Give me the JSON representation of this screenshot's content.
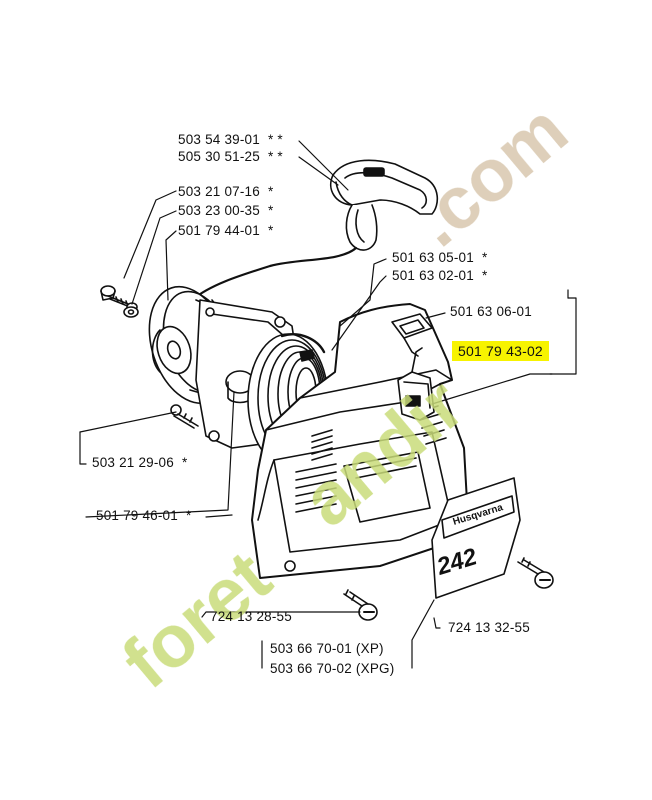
{
  "labels": [
    {
      "part": "503 54 39-01",
      "mark": "* *"
    },
    {
      "part": "505 30 51-25",
      "mark": "* *"
    },
    {
      "part": "503 21 07-16",
      "mark": "*"
    },
    {
      "part": "503 23 00-35",
      "mark": "*"
    },
    {
      "part": "501 79 44-01",
      "mark": "*"
    },
    {
      "part": "501 63 05-01",
      "mark": "*"
    },
    {
      "part": "501 63 02-01",
      "mark": "*"
    },
    {
      "part": "501 63 06-01",
      "mark": ""
    },
    {
      "part": "501 79 43-02",
      "mark": ""
    },
    {
      "part": "503 21 29-06",
      "mark": "*"
    },
    {
      "part": "501 79 46-01",
      "mark": "*"
    },
    {
      "part": "724 13 28-55",
      "mark": ""
    },
    {
      "part": "724 13 32-55",
      "mark": ""
    },
    {
      "part": "503 66 70-01 (XP)",
      "mark": ""
    },
    {
      "part": "503 66 70-02 (XPG)",
      "mark": ""
    }
  ],
  "decal": {
    "brand": "Husqvarna",
    "model": "242"
  },
  "watermark": {
    "part1": "foret",
    "part2": "andir",
    "part3": ".com",
    "color_green": "#c9dc7a",
    "color_orange": "#f2c59a",
    "color_tan": "#d8c7ae"
  },
  "highlight_color": "#f7f300"
}
